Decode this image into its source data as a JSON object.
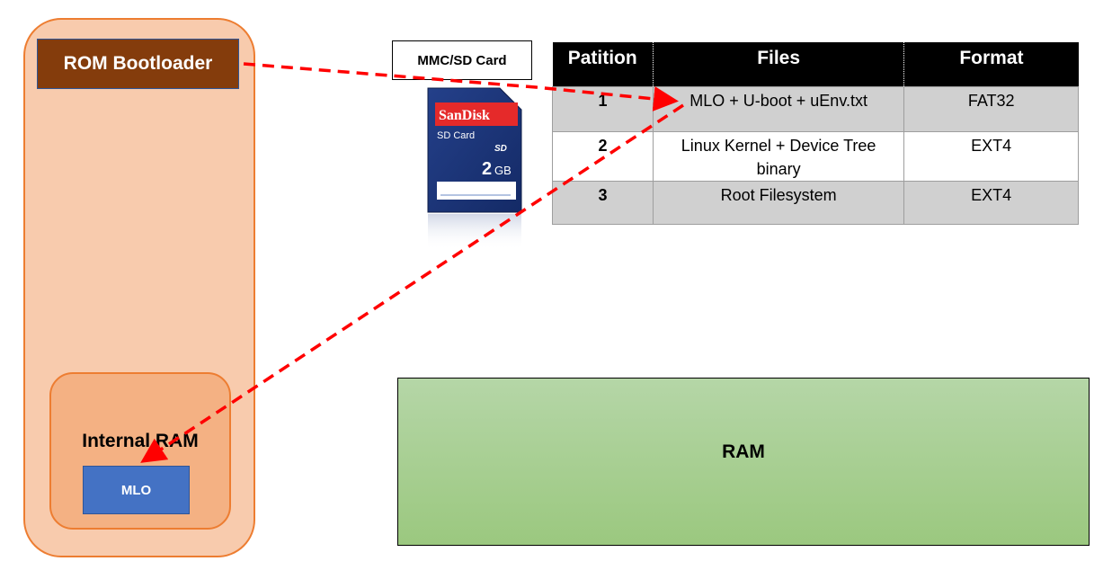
{
  "soc": {
    "rom_label": "ROM Bootloader",
    "internal_ram_label": "Internal RAM",
    "mlo_label": "MLO"
  },
  "sd_card": {
    "label": "MMC/SD Card",
    "brand": "SanDisk",
    "type_text": "SD Card",
    "logo_text": "SD",
    "capacity": "2",
    "capacity_unit": "GB"
  },
  "partition_table": {
    "headers": [
      "Patition",
      "Files",
      "Format"
    ],
    "rows": [
      {
        "partition": "1",
        "files": "MLO + U-boot + uEnv.txt",
        "format": "FAT32"
      },
      {
        "partition": "2",
        "files": "Linux Kernel + Device Tree binary",
        "format": "EXT4"
      },
      {
        "partition": "3",
        "files": "Root Filesystem",
        "format": "EXT4"
      }
    ]
  },
  "ram": {
    "label": "RAM"
  },
  "colors": {
    "arrow": "#ff0000",
    "soc_fill": "#f8cbad",
    "soc_border": "#ed7d31",
    "rom_fill": "#843c0c",
    "mlo_fill": "#4472c4",
    "ram_fill": "#a9d18e"
  }
}
